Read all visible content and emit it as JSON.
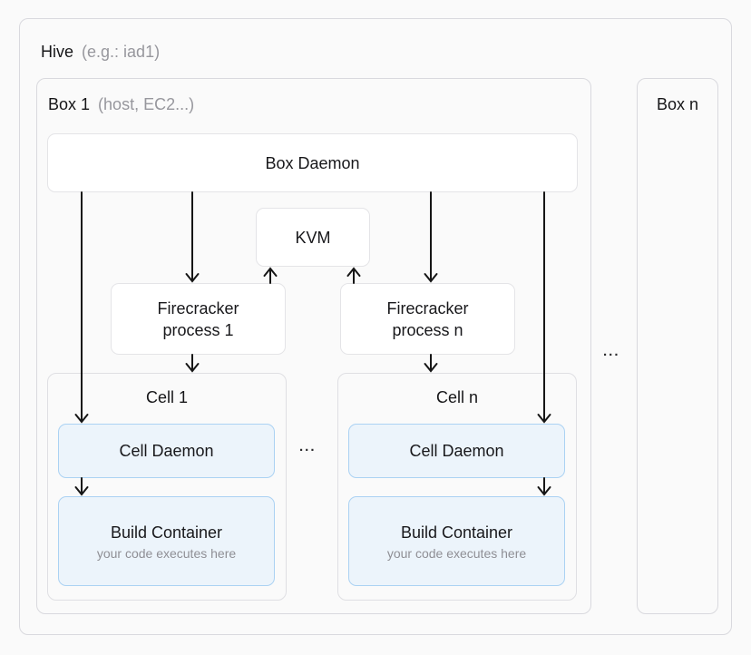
{
  "hive": {
    "title": "Hive",
    "subtitle": "(e.g.: iad1)",
    "boxes_ellipsis": "...",
    "box1": {
      "title": "Box 1",
      "subtitle": "(host, EC2...)",
      "box_daemon": {
        "label": "Box Daemon"
      },
      "kvm": {
        "label": "KVM"
      },
      "firecracker_1": {
        "line1": "Firecracker",
        "line2": "process 1"
      },
      "firecracker_n": {
        "line1": "Firecracker",
        "line2": "process n"
      },
      "cells_ellipsis": "...",
      "cell_1": {
        "title": "Cell 1",
        "cell_daemon": {
          "label": "Cell Daemon"
        },
        "build_container": {
          "title": "Build Container",
          "subtitle": "your code executes here"
        }
      },
      "cell_n": {
        "title": "Cell n",
        "cell_daemon": {
          "label": "Cell Daemon"
        },
        "build_container": {
          "title": "Build Container",
          "subtitle": "your code executes here"
        }
      }
    },
    "box_n": {
      "title": "Box n"
    }
  },
  "colors": {
    "background": "#fafafa",
    "container_border": "#d9d9de",
    "white_box_fill": "#ffffff",
    "white_box_border": "#e4e4e7",
    "blue_box_fill": "#ecf4fb",
    "blue_box_border": "#abd2f3",
    "text": "#18181b",
    "muted_text": "#97979d",
    "arrow": "#161616"
  }
}
